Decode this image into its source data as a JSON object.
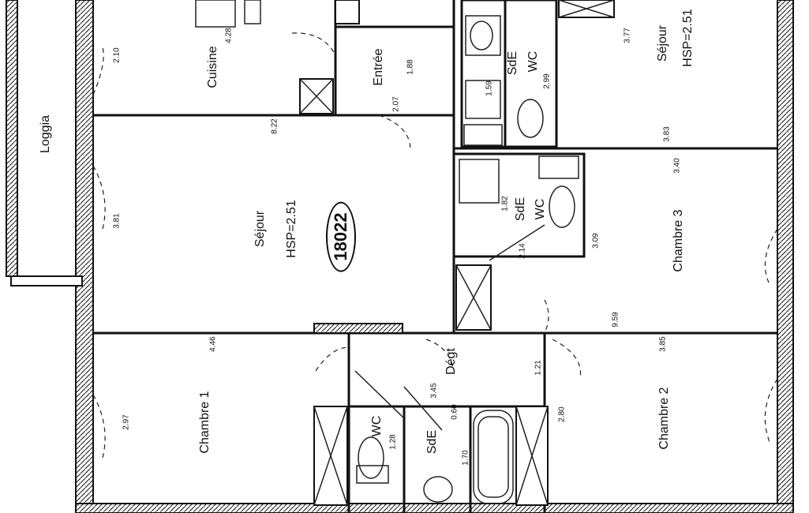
{
  "rooms": {
    "cuisine": {
      "name": "Cuisine",
      "area": "4.28"
    },
    "entree": {
      "name": "Entrée",
      "area": "1.88"
    },
    "loggia": {
      "name": "Loggia"
    },
    "sejour_main": {
      "name": "Séjour",
      "hsp": "HSP=2.51"
    },
    "sejour_top": {
      "name": "Séjour",
      "hsp": "HSP=2.51"
    },
    "sde_top": {
      "name": "SdE",
      "area": "2.99"
    },
    "wc_top": {
      "name": "WC"
    },
    "sde_mid": {
      "name": "SdE",
      "area": "1.82"
    },
    "wc_mid": {
      "name": "WC"
    },
    "chambre3": {
      "name": "Chambre 3"
    },
    "chambre1": {
      "name": "Chambre 1"
    },
    "chambre2": {
      "name": "Chambre 2"
    },
    "degt": {
      "name": "Dégt",
      "area": "3.45"
    },
    "wc_bottom": {
      "name": "WC",
      "area": "1.28"
    },
    "sde_bottom": {
      "name": "SdE"
    }
  },
  "badge": "18022",
  "dims": {
    "d1": "2.10",
    "d2": "2.07",
    "d3": "8.22",
    "d4": "3.81",
    "d5": "1.59",
    "d6": "3.77",
    "d7": "3.83",
    "d8": "3.40",
    "d9": "2.14",
    "d10": "3.09",
    "d11": "9.59",
    "d12": "4.46",
    "d13": "3.85",
    "d14": "2.97",
    "d15": "1.21",
    "d16": "2.80",
    "d17": "1.70",
    "d18": "0.60"
  }
}
